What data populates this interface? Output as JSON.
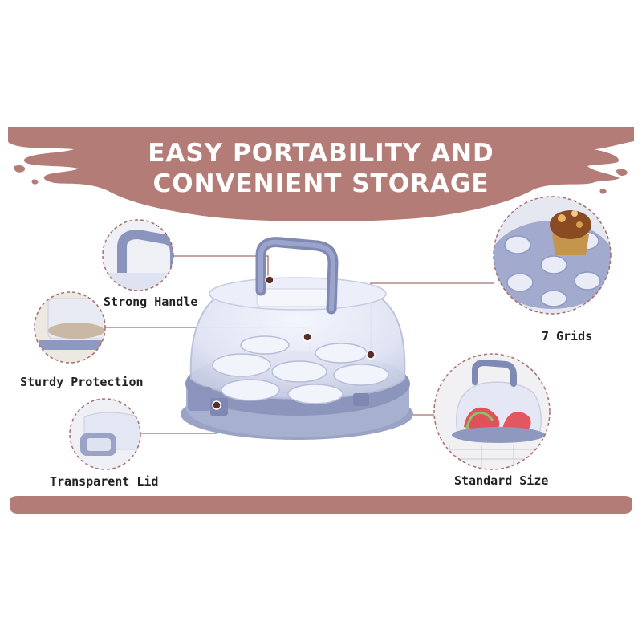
{
  "banner": {
    "headline_line1": "EASY PORTABILITY AND",
    "headline_line2": "CONVENIENT STORAGE"
  },
  "callouts": {
    "strong_handle": "Strong Handle",
    "sturdy_protection": "Sturdy Protection",
    "transparent_lid": "Transparent Lid",
    "seven_grids": "7 Grids",
    "standard_size": "Standard Size"
  },
  "colors": {
    "banner": "#b37c77",
    "text": "#222222",
    "accent_dot": "#5a2d2a",
    "product_blue": "#9aa3c6"
  }
}
